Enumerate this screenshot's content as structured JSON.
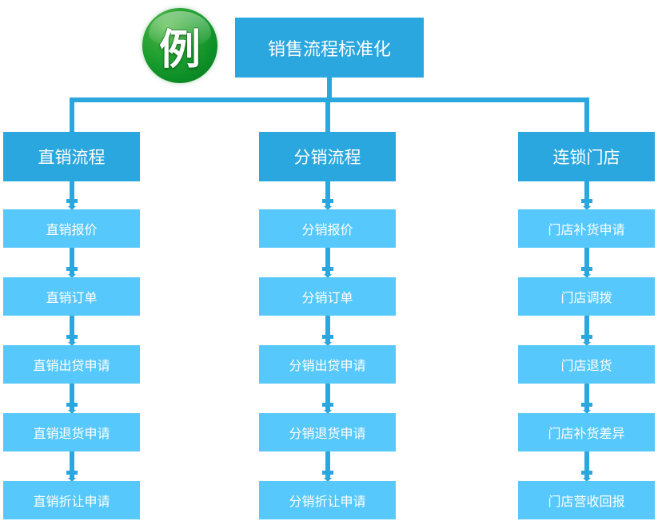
{
  "diagram": {
    "badge": {
      "label": "例",
      "icon": "example-badge-icon",
      "color": "#1a9b2c"
    },
    "title": {
      "label": "销售流程标准化",
      "color": "#2aa7de"
    },
    "colors": {
      "header_box": "#2aa7de",
      "item_box": "#57c8fb",
      "connector": "#2aa7de",
      "text": "#ffffff",
      "background": "#ffffff"
    },
    "columns": [
      {
        "header": "直销流程",
        "items": [
          "直销报价",
          "直销订单",
          "直销出贷申请",
          "直销退货申请",
          "直销折让申请"
        ]
      },
      {
        "header": "分销流程",
        "items": [
          "分销报价",
          "分销订单",
          "分销出贷申请",
          "分销退货申请",
          "分销折让申请"
        ]
      },
      {
        "header": "连锁门店",
        "items": [
          "门店补货申请",
          "门店调拨",
          "门店退货",
          "门店补货差异",
          "门店营收回报"
        ]
      }
    ]
  }
}
